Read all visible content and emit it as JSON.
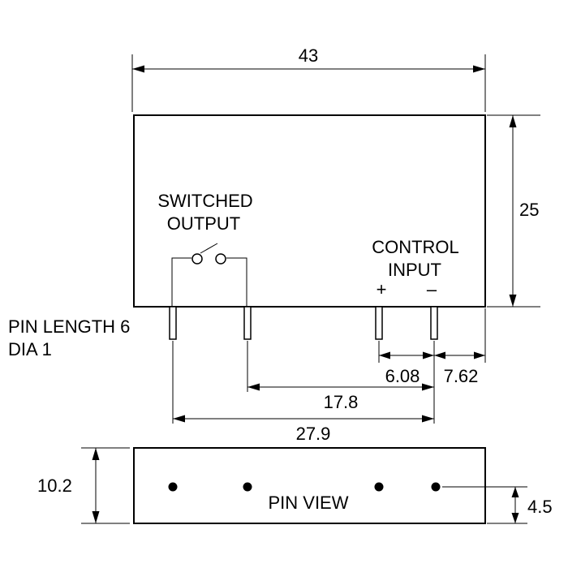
{
  "diagram": {
    "colors": {
      "ink": "#000000",
      "paper": "#ffffff"
    },
    "dimensions": {
      "width": "43",
      "height": "25",
      "control_pin_pitch": "6.08",
      "edge_to_pin": "7.62",
      "output_to_control": "17.8",
      "pin_span": "27.9",
      "depth": "10.2",
      "pin_row_offset": "4.5"
    },
    "labels": {
      "switched_line1": "SWITCHED",
      "switched_line2": "OUTPUT",
      "control_line1": "CONTROL",
      "control_line2": "INPUT",
      "plus": "+",
      "minus": "–",
      "pin_length": "PIN LENGTH 6",
      "pin_dia": "DIA 1",
      "pin_view": "PIN VIEW"
    }
  }
}
